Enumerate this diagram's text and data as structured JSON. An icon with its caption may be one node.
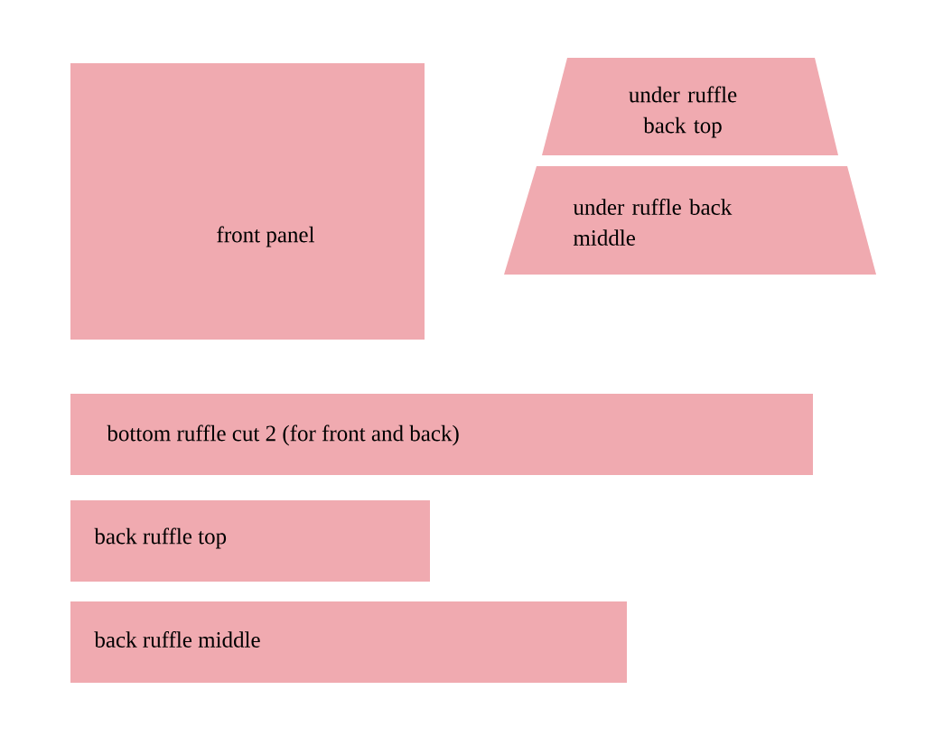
{
  "diagram": {
    "nodes": [
      {
        "text": [
          "front panel"
        ]
      },
      {
        "text": [
          "under ruffle back top"
        ]
      },
      {
        "text": [
          "under ruffle back middle"
        ]
      },
      {
        "text": [
          "bottom ruffle cut 2 (for front and back)"
        ]
      },
      {
        "text": [
          "back ruffle top"
        ]
      },
      {
        "text": [
          "back ruffle middle"
        ]
      }
    ]
  }
}
